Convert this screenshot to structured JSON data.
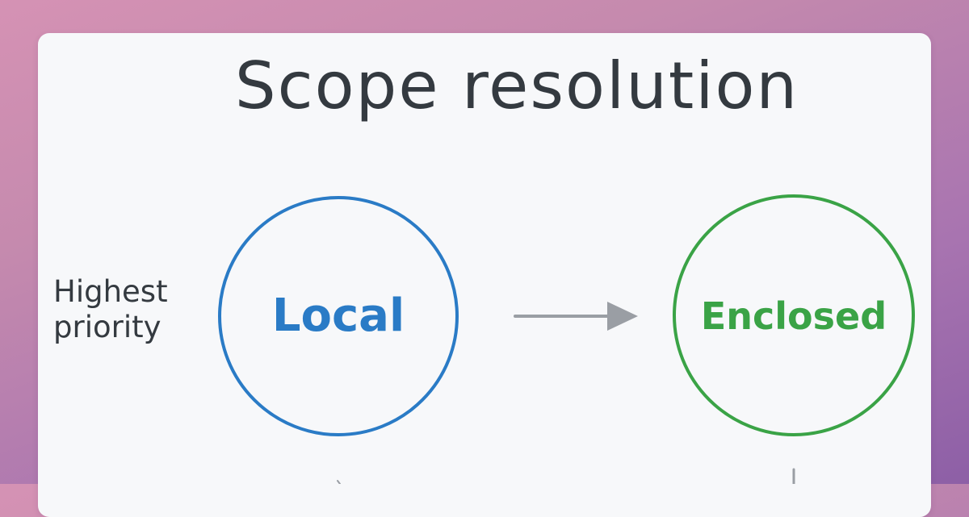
{
  "title": "Scope resolution",
  "side_label": {
    "line1": "Highest",
    "line2": "priority"
  },
  "nodes": [
    {
      "id": "local",
      "label": "Local",
      "color": "#2a7bc6"
    },
    {
      "id": "enclosed",
      "label": "Enclosed",
      "color": "#3aa346"
    }
  ],
  "colors": {
    "title_text": "#343a40",
    "arrow": "#9a9ea4",
    "card_background": "#f7f8fa"
  }
}
